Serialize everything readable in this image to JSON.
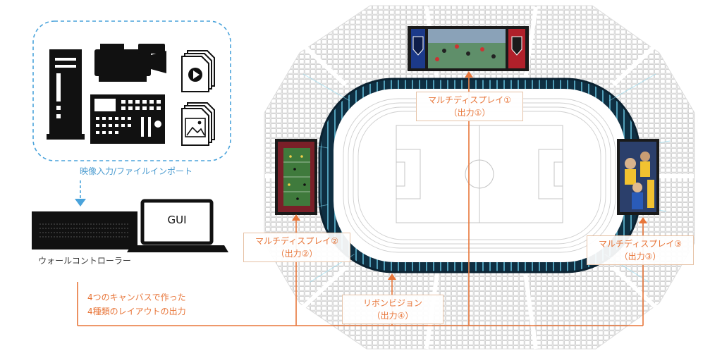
{
  "inputs": {
    "caption": "映像入力/ファイルインポート",
    "color": "#4aa3db"
  },
  "controller": {
    "label": "ウォールコントローラー",
    "gui_label": "GUI"
  },
  "output_note": {
    "line1": "4つのキャンバスで作った",
    "line2": "4種類のレイアウトの出力"
  },
  "outputs": [
    {
      "line1": "マルチディスプレイ①",
      "line2": "（出力①）"
    },
    {
      "line1": "マルチディスプレイ②",
      "line2": "（出力②）"
    },
    {
      "line1": "マルチディスプレイ③",
      "line2": "（出力③）"
    },
    {
      "line1": "リボンビジョン",
      "line2": "（出力④）"
    }
  ],
  "colors": {
    "accent": "#e8763a",
    "ribbon": "#12384f",
    "ribbon_glow": "#5cc7e8",
    "seats": "#d2d2d2",
    "dark": "#1a1a1a"
  }
}
